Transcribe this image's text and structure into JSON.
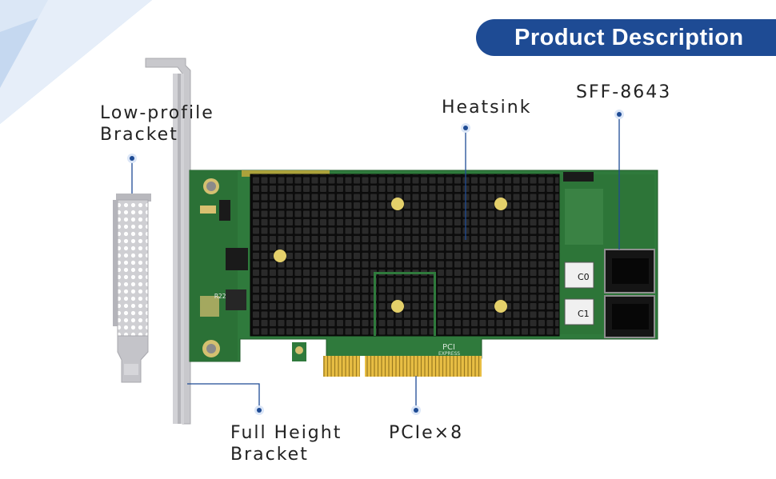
{
  "banner": {
    "title": "Product Description"
  },
  "labels": {
    "low_profile_line1": "Low-profile",
    "low_profile_line2": "Bracket",
    "heatsink": "Heatsink",
    "sff": "SFF-8643",
    "full_height_line1": "Full Height",
    "full_height_line2": "Bracket",
    "pcie": "PCIe×8"
  },
  "board": {
    "connector_labels": [
      "C0",
      "C1"
    ],
    "silkscreen": [
      "PCI",
      "EXPRESS",
      "R22"
    ]
  },
  "colors": {
    "banner": "#1e4b94",
    "pcb": "#2f7a3c",
    "heatsink": "#151515",
    "gold": "#e0b43a",
    "bracket": "#c8c8cc",
    "callout_line": "#1e4b94"
  }
}
